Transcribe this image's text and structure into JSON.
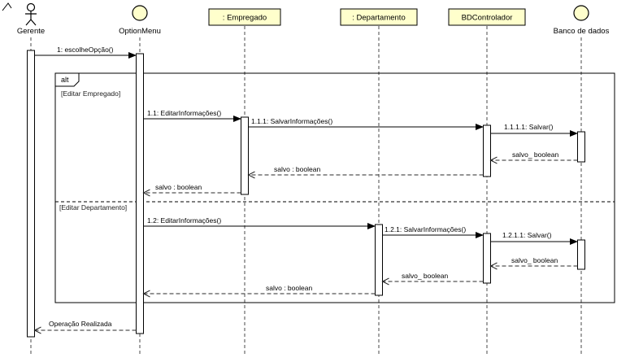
{
  "diagram": {
    "type": "uml-sequence",
    "colors": {
      "box_fill": "#ffffcc",
      "line": "#000000",
      "background": "#ffffff"
    },
    "participants": [
      {
        "id": "gerente",
        "kind": "actor",
        "label": "Gerente"
      },
      {
        "id": "optionmenu",
        "kind": "object-circle",
        "label": "OptionMenu"
      },
      {
        "id": "empregado",
        "kind": "class-box",
        "label": ": Empregado"
      },
      {
        "id": "departamento",
        "kind": "class-box",
        "label": ": Departamento"
      },
      {
        "id": "bdcontrolador",
        "kind": "class-box",
        "label": "BDControlador"
      },
      {
        "id": "bancodedados",
        "kind": "object-circle",
        "label": "Banco de dados"
      }
    ],
    "fragment": {
      "operator": "alt",
      "guards": [
        "[Editar Empregado]",
        "[Editar Departamento]"
      ]
    },
    "messages": [
      {
        "label": "1: escolheOpção()",
        "from": "gerente",
        "to": "optionmenu",
        "kind": "sync"
      },
      {
        "label": "1.1: EditarInformações()",
        "from": "optionmenu",
        "to": "empregado",
        "kind": "sync"
      },
      {
        "label": "1.1.1: SalvarInformações()",
        "from": "empregado",
        "to": "bdcontrolador",
        "kind": "sync"
      },
      {
        "label": "1.1.1.1: Salvar()",
        "from": "bdcontrolador",
        "to": "bancodedados",
        "kind": "sync"
      },
      {
        "label": "salvo_ boolean",
        "from": "bancodedados",
        "to": "bdcontrolador",
        "kind": "return"
      },
      {
        "label": "salvo : boolean",
        "from": "bdcontrolador",
        "to": "empregado",
        "kind": "return"
      },
      {
        "label": "salvo : boolean",
        "from": "empregado",
        "to": "optionmenu",
        "kind": "return"
      },
      {
        "label": "1.2: EditarInformações()",
        "from": "optionmenu",
        "to": "departamento",
        "kind": "sync"
      },
      {
        "label": "1.2.1: SalvarInformações()",
        "from": "departamento",
        "to": "bdcontrolador",
        "kind": "sync"
      },
      {
        "label": "1.2.1.1: Salvar()",
        "from": "bdcontrolador",
        "to": "bancodedados",
        "kind": "sync"
      },
      {
        "label": "salvo_ boolean",
        "from": "bancodedados",
        "to": "bdcontrolador",
        "kind": "return"
      },
      {
        "label": "salvo_ boolean",
        "from": "bdcontrolador",
        "to": "departamento",
        "kind": "return"
      },
      {
        "label": "salvo : boolean",
        "from": "departamento",
        "to": "optionmenu",
        "kind": "return"
      },
      {
        "label": "Operação Realizada",
        "from": "optionmenu",
        "to": "gerente",
        "kind": "return"
      }
    ]
  }
}
